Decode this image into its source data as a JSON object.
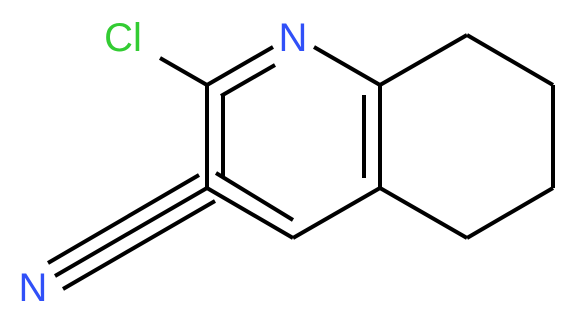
{
  "molecule": {
    "atoms": {
      "chlorine": {
        "label": "Cl",
        "color": "#33cc33"
      },
      "ring_nitrogen": {
        "label": "N",
        "color": "#3050f8"
      },
      "nitrile_nitrogen": {
        "label": "N",
        "color": "#3050f8"
      }
    },
    "bond_color": "#000000"
  }
}
